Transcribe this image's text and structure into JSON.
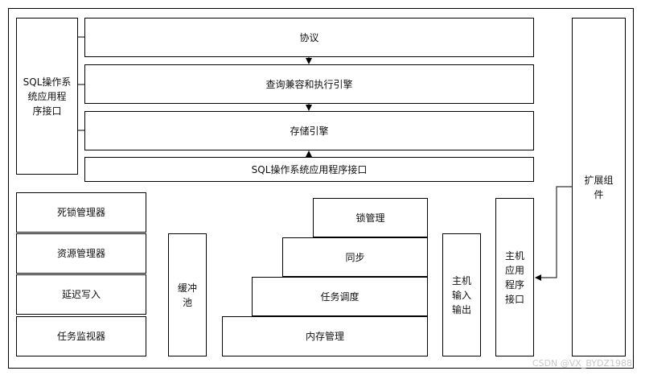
{
  "diagram": {
    "left_api": "SQL操作系\n统应用程\n序接口",
    "layers": {
      "protocol": "协议",
      "query": "查询兼容和执行引擎",
      "storage": "存储引擎",
      "sql_api": "SQL操作系统应用程序接口"
    },
    "extension": "扩展组\n件",
    "managers": {
      "deadlock": "死锁管理器",
      "resource": "资源管理器",
      "lazy_write": "延迟写入",
      "task_monitor": "任务监视器"
    },
    "buffer_pool": "缓冲\n池",
    "stack": {
      "lock": "锁管理",
      "sync": "同步",
      "schedule": "任务调度",
      "memory": "内存管理"
    },
    "host_io": "主机\n输入\n输出",
    "host_api": "主机\n应用\n程序\n接口"
  },
  "watermark": "CSDN @VX_BYDZ1988"
}
